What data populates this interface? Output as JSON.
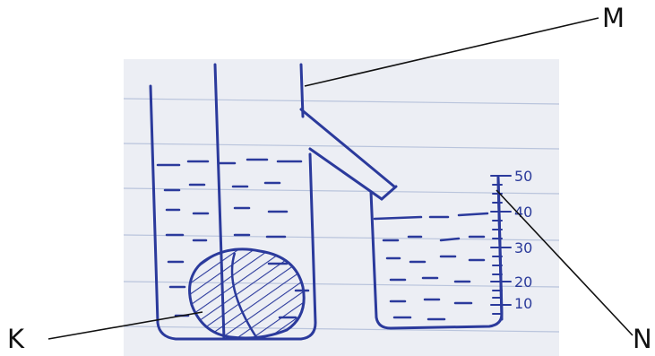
{
  "labels": {
    "m": "M",
    "k": "K",
    "n": "N"
  },
  "scale": {
    "ticks": [
      "50",
      "40",
      "30",
      "20",
      "10"
    ]
  },
  "colors": {
    "ink": "#2b3a9c",
    "paper": "#eceef4",
    "rule": "#b9c4dc",
    "line": "#111111"
  }
}
